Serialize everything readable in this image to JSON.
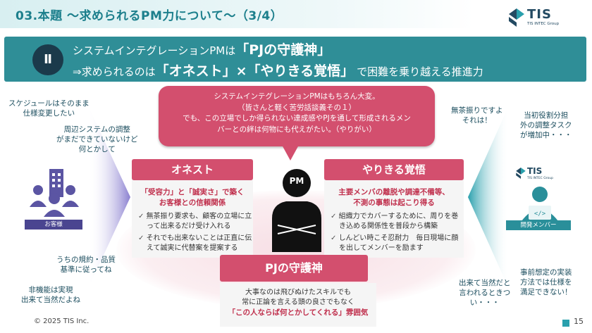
{
  "header": {
    "title": "03.本題 ～求められるPM力について～（3/4）",
    "logo_text": "TIS",
    "logo_sub": "TIS INTEC Group"
  },
  "banner": {
    "numeral": "Ⅱ",
    "line1_pre": "システムインテグレーションPMは",
    "line1_em": "「PJの守護神」",
    "line2_pre": "⇒求められるのは",
    "line2_em": "「オネスト」×「やりきる覚悟」",
    "line2_post": "で困難を乗り越える推進力"
  },
  "speech": {
    "lines": [
      "システムインテグレーションPMはもちろん大変。",
      "（皆さんと軽く苦労話談義その１）",
      "でも、この立場でしか得られない達成感やPJを通して形成されるメン",
      "バーとの絆は何物にも代えがたい。（やりがい）"
    ]
  },
  "pm_label": "PM",
  "honest": {
    "title": "オネスト",
    "subtitle": [
      "「受容力」と「誠実さ」で築く",
      "お客様との信頼関係"
    ],
    "bullets": [
      "無茶振り要求も、顧客の立場に立って出来るだけ受け入れる",
      "それでも出来ないことは正直に伝えて誠実に代替案を提案する"
    ]
  },
  "yarikiru": {
    "title": "やりきる覚悟",
    "subtitle": [
      "主要メンバの離脱や調達不備等、",
      "不測の事態は起こり得る"
    ],
    "bullets": [
      "組織力でカバーするために、周りを巻き込める関係性を普段から構築",
      "しんどい時こそ忍耐力　毎日現場に顔を出してメンバーを励ます"
    ]
  },
  "guardian": {
    "title": "PJの守護神",
    "line1": "大事なのは飛びぬけたスキルでも",
    "line2": "常に正論を言える頭の良さでもなく",
    "line3": "「この人ならば何とかしてくれる」雰囲気"
  },
  "left": {
    "customer_label": "お客様",
    "quotes": [
      [
        "スケジュールはそのまま",
        "仕様変更したい"
      ],
      [
        "周辺システムの調整",
        "がまだできていないけど",
        "何とかして"
      ],
      [
        "うちの規約・品質",
        "基準に従ってね"
      ],
      [
        "非機能は実現",
        "出来て当然だよね"
      ]
    ]
  },
  "right": {
    "member_label": "開発メンバー",
    "logo_text": "TIS",
    "logo_sub": "TIS INTEC Group",
    "quotes": [
      [
        "無茶振りですよ",
        "それは！"
      ],
      [
        "当初役割分担",
        "外の調整タスク",
        "が増加中・・・"
      ],
      [
        "出来て当然だと",
        "言われるときつ",
        "い・・・"
      ],
      [
        "事前想定の実装",
        "方法では仕様を",
        "満足できない！"
      ]
    ]
  },
  "footer": {
    "copyright": "© 2025 TIS Inc.",
    "page": "15"
  },
  "colors": {
    "teal": "#2f8e97",
    "navy": "#1b3a4b",
    "pink": "#d34f6e",
    "purple_arrow": "#8a7fd0"
  }
}
